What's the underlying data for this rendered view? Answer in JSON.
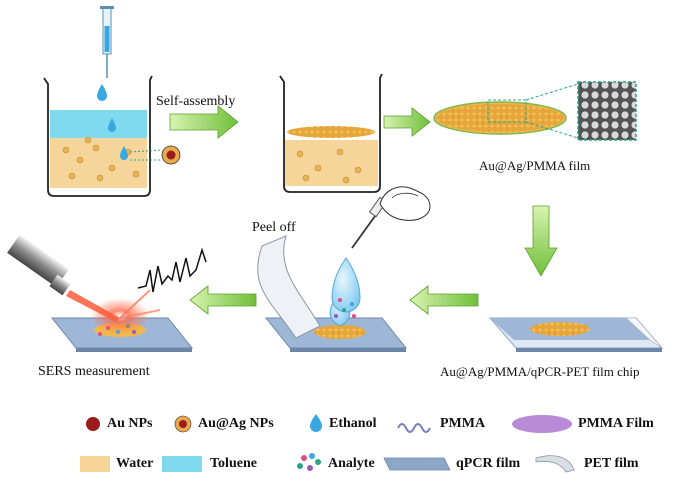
{
  "labels": {
    "self_assembly": "Self-assembly",
    "film": "Au@Ag/PMMA film",
    "peel_off": "Peel off",
    "sers": "SERS measurement",
    "chip": "Au@Ag/PMMA/qPCR-PET film chip"
  },
  "legend": {
    "au_nps": "Au NPs",
    "au_ag_nps": "Au@Ag NPs",
    "ethanol": "Ethanol",
    "pmma": "PMMA",
    "pmma_film": "PMMA Film",
    "water": "Water",
    "toluene": "Toluene",
    "analyte": "Analyte",
    "qpcr_film": "qPCR film",
    "pet_film": "PET film"
  },
  "colors": {
    "arrow": "#8fd14f",
    "water": "#f5d59a",
    "toluene": "#7fdaf0",
    "ethanol": "#3aa8e0",
    "au": "#9b1c1c",
    "pmma_film": "#b98bd6",
    "qpcr": "#8aa6c8",
    "film": "#e9a94a"
  }
}
